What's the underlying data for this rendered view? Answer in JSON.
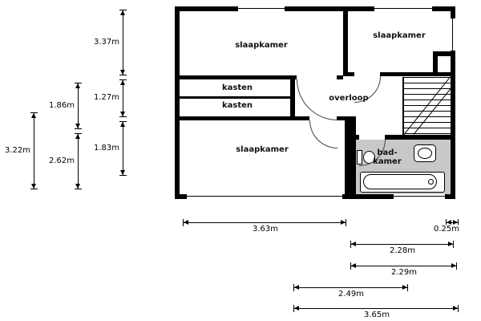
{
  "plan": {
    "rooms": {
      "bedroom_top_left": "slaapkamer",
      "bedroom_top_right": "slaapkamer",
      "closet_upper": "kasten",
      "closet_lower": "kasten",
      "landing": "overloop",
      "bedroom_bottom": "slaapkamer",
      "bathroom": "bad-kamer"
    },
    "dimensions": {
      "left_outer": "3.22m",
      "left_mid_upper": "1.86m",
      "left_mid_lower": "2.62m",
      "left_inner_top": "3.37m",
      "left_inner_mid": "1.27m",
      "left_inner_bottom": "1.83m",
      "bottom_main": "3.63m",
      "bottom_right_small": "0.25m",
      "bottom_row2": "2.28m",
      "bottom_row3": "2.29m",
      "bottom_row4": "2.49m",
      "bottom_row5": "3.65m"
    },
    "fixtures": [
      "stairs",
      "bathtub",
      "toilet",
      "sink"
    ],
    "colors": {
      "wall": "#000000",
      "bathroom_floor": "#c8c8c8",
      "background": "#ffffff"
    }
  }
}
